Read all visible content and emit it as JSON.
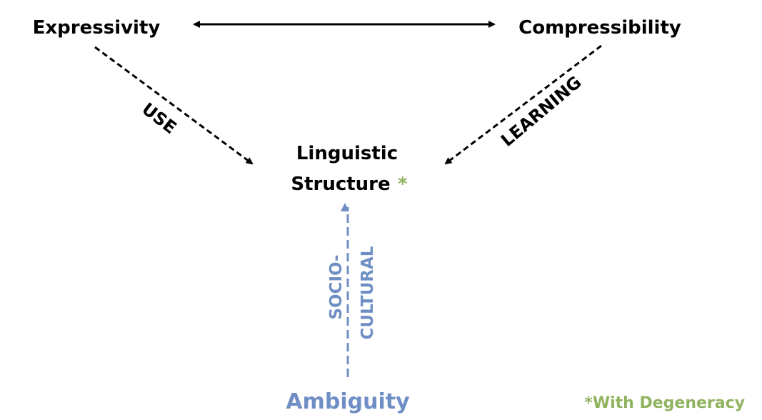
{
  "nodes": {
    "expressivity": "Expressivity",
    "compressibility": "Compressibility",
    "structure_line1": "Linguistic",
    "structure_line2": "Structure",
    "structure_asterisk": "*",
    "ambiguity": "Ambiguity"
  },
  "edges": {
    "use": "USE",
    "learning": "LEARNING",
    "socio": "SOCIO-",
    "cultural": "CULTURAL"
  },
  "footnote": "*With Degeneracy",
  "colors": {
    "black": "#000000",
    "blue": "#6f8fc4",
    "green": "#8fb35e"
  }
}
